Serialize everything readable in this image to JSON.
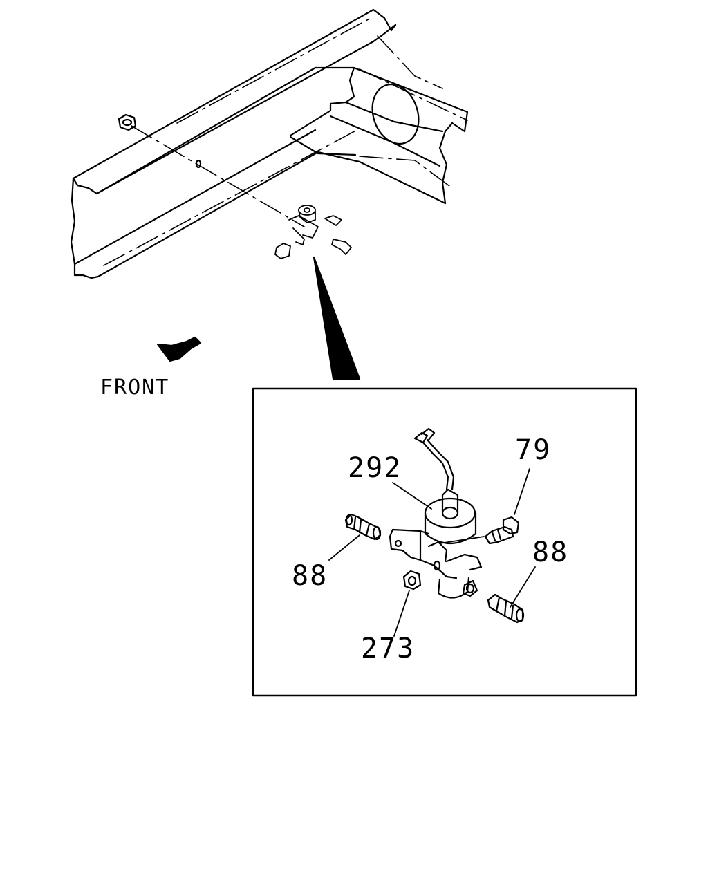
{
  "direction_label": "FRONT",
  "callouts": {
    "solenoid_valve": "292",
    "bolt": "79",
    "fitting_left": "88",
    "fitting_right": "88",
    "nut": "273"
  },
  "colors": {
    "line": "#000000",
    "background": "#ffffff"
  }
}
